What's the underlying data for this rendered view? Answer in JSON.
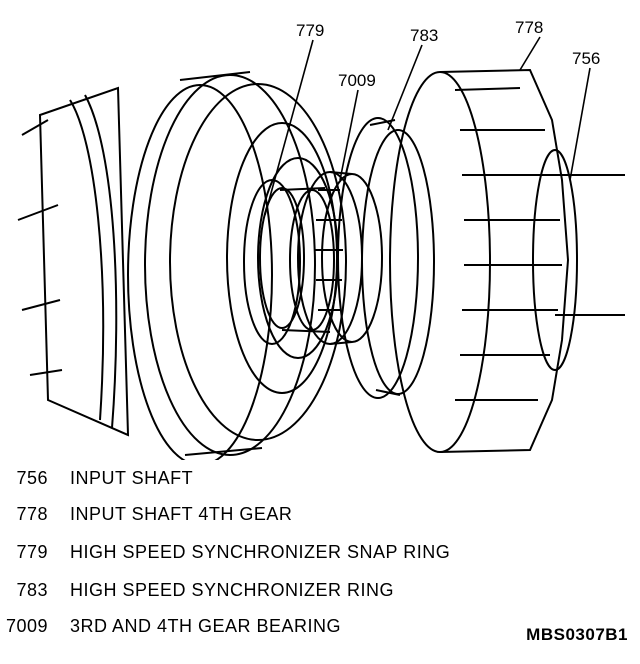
{
  "callouts": [
    "779",
    "783",
    "778",
    "756",
    "7009"
  ],
  "legend": [
    {
      "number": "756",
      "description": "INPUT SHAFT"
    },
    {
      "number": "778",
      "description": "INPUT SHAFT 4TH GEAR"
    },
    {
      "number": "779",
      "description": "HIGH SPEED SYNCHRONIZER SNAP RING"
    },
    {
      "number": "783",
      "description": "HIGH SPEED SYNCHRONIZER RING"
    },
    {
      "number": "7009",
      "description": "3RD AND 4TH GEAR BEARING"
    }
  ],
  "figure_id": "MBS0307B1"
}
